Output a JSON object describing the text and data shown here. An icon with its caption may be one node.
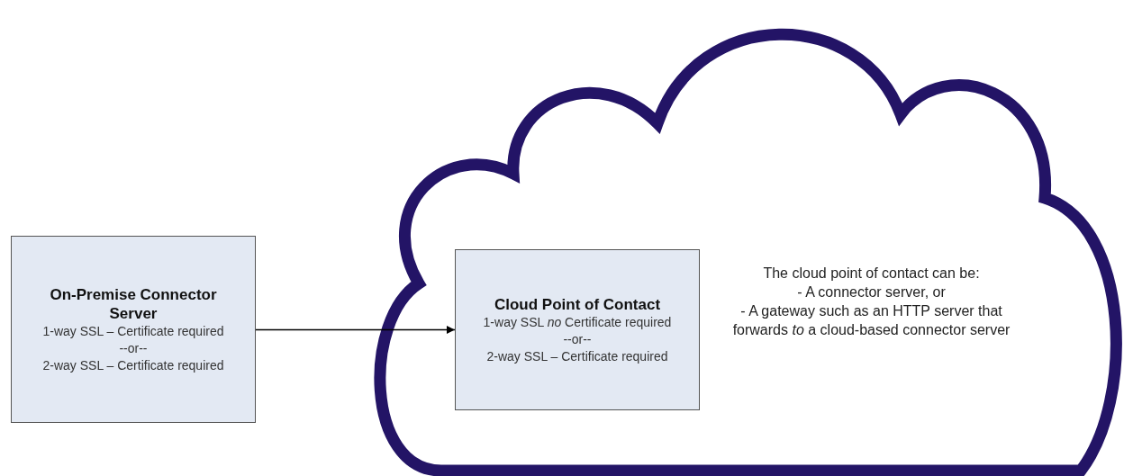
{
  "diagram": {
    "nodes": [
      {
        "text": [
          "On-Premise Connector Server",
          "1-way SSL – Certificate required",
          "--or--",
          "2-way SSL – Certificate required"
        ]
      },
      {
        "text": [
          "The cloud point of contact can be:",
          "- A connector server, or",
          "- A gateway such as an HTTP server that forwards *to* a cloud-based connector server"
        ]
      },
      {
        "text": [
          "Cloud Point of Contact",
          "1-way SSL *no* Certificate required",
          "--or--",
          "2-way SSL – Certificate required"
        ],
        "in": 1
      }
    ],
    "edges": [
      {
        "from": 0,
        "to": 2,
        "arrow": "to"
      }
    ]
  }
}
